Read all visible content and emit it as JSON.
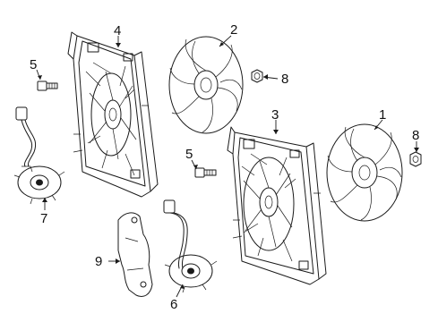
{
  "callouts": {
    "c1": "1",
    "c2": "2",
    "c3": "3",
    "c4": "4",
    "c5a": "5",
    "c5b": "5",
    "c6": "6",
    "c7": "7",
    "c8a": "8",
    "c8b": "8",
    "c9": "9"
  }
}
